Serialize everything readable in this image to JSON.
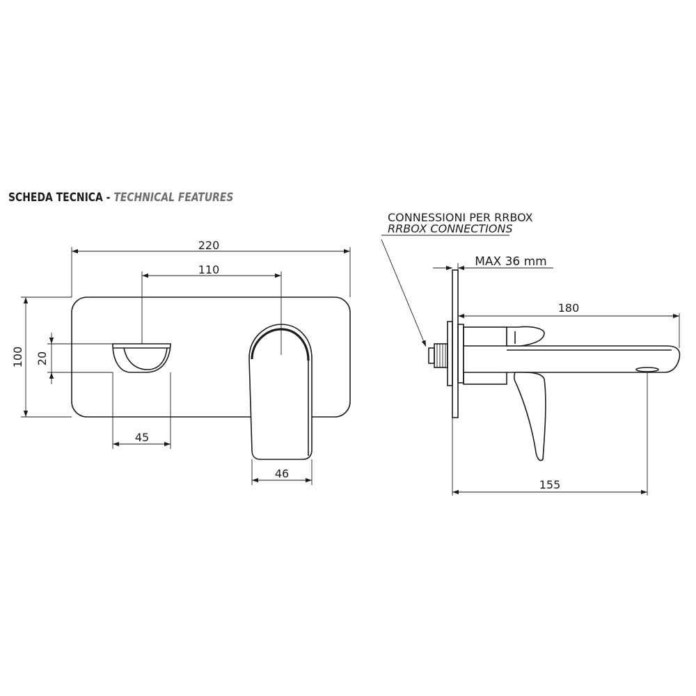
{
  "header": {
    "title": "SCHEDA TECNICA",
    "separator": " - ",
    "subtitle": "TECHNICAL FEATURES"
  },
  "front_view": {
    "dim_width": "220",
    "dim_spacing": "110",
    "dim_height": "100",
    "dim_spout_height": "20",
    "dim_spout_width": "45",
    "dim_lever_width": "46"
  },
  "side_view": {
    "connection_label_it": "CONNESSIONI PER RRBOX",
    "connection_label_en": "RRBOX CONNECTIONS",
    "dim_max_depth": "MAX 36 mm",
    "dim_spout_length": "180",
    "dim_total_depth": "155"
  }
}
